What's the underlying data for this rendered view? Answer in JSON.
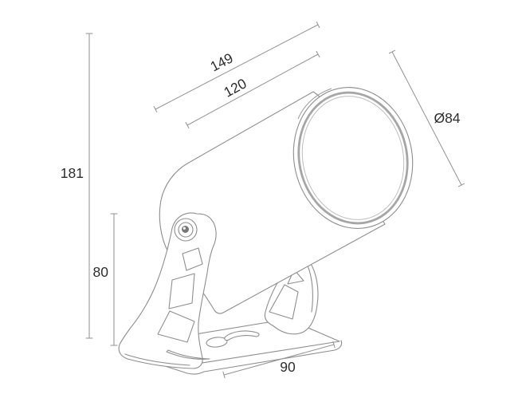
{
  "drawing": {
    "type": "dimensioned technical line drawing",
    "subject": "LED spotlight luminaire on U-shaped mounting bracket",
    "background_color": "#ffffff",
    "object_line_color": "#8e8e8e",
    "dimension_line_color": "#929292",
    "label_color": "#2d2d2d",
    "dimensions": {
      "overall_length": "149",
      "body_length": "120",
      "front_diameter": "Ø84",
      "overall_height": "181",
      "pivot_height": "80",
      "base_depth": "90"
    }
  }
}
